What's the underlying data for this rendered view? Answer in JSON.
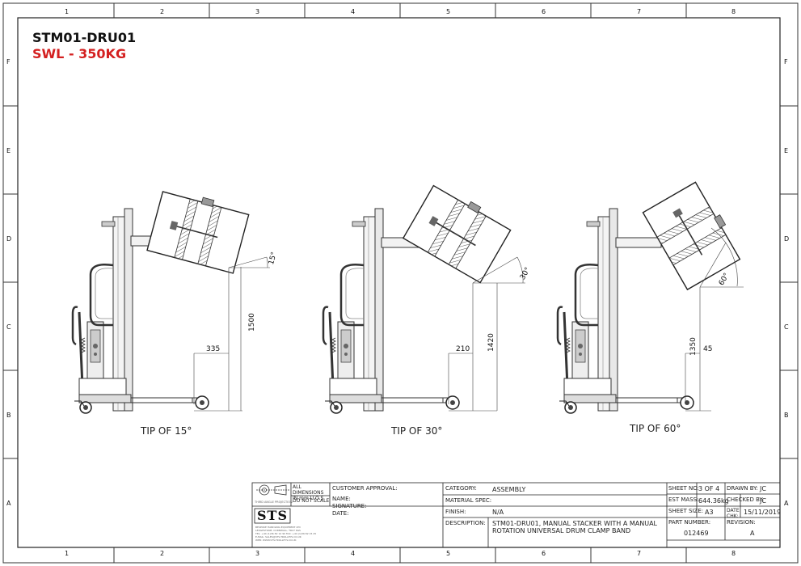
{
  "title": {
    "code": "STM01-DRU01",
    "swl": "SWL - 350KG"
  },
  "border": {
    "cols": [
      "1",
      "2",
      "3",
      "4",
      "5",
      "6",
      "7",
      "8"
    ],
    "rows": [
      "F",
      "E",
      "D",
      "C",
      "B",
      "A"
    ]
  },
  "views": [
    {
      "label": "TIP OF 15°",
      "angle": "15°",
      "height_dim": "1500",
      "reach_dim": "335"
    },
    {
      "label": "TIP OF 30°",
      "angle": "30°",
      "height_dim": "1420",
      "reach_dim": "210"
    },
    {
      "label": "TIP OF 60°",
      "angle": "60°",
      "height_dim": "1350",
      "reach_dim": "45"
    }
  ],
  "title_block": {
    "projection": "THIRD ANGLE PROJECTION",
    "all_dimensions": "ALL DIMENSIONS IN mm U.O.S",
    "do_not_scale": "DO NOT SCALE",
    "customer_approval": "CUSTOMER APPROVAL:",
    "name": "NAME:",
    "signature": "SIGNATURE:",
    "date": "DATE:",
    "logo": "STS",
    "company": "BESPOKE HANDLING EQUIPMENT LTD",
    "address": "LEDGESTONE, CORNWALL, TR27 6GS",
    "phone": "TEL: +44 (1)36 82 12 90  FAX: +44 (1)36 82 15 25",
    "email": "E-MAIL: SALES@STS-TROLLEYS.CO.UK",
    "web": "WEB: WWW.STS-TROLLEYS.CO.UK",
    "category_label": "CATEGORY:",
    "category": "ASSEMBLY",
    "material_label": "MATERIAL SPEC:",
    "finish_label": "FINISH:",
    "finish": "N/A",
    "description_label": "DESCRIPTION:",
    "description_1": "STM01-DRU01, MANUAL STACKER WITH A MANUAL",
    "description_2": "ROTATION UNIVERSAL DRUM CLAMP BAND",
    "sheet_no_label": "SHEET NO:",
    "sheet_no": "3 OF 4",
    "est_mass_label": "EST MASS:",
    "est_mass": "644.36kg",
    "sheet_size_label": "SHEET SIZE:",
    "sheet_size": "A3",
    "part_number_label": "PART NUMBER:",
    "part_number": "012469",
    "drawn_by_label": "DRAWN BY:",
    "drawn_by": "JC",
    "checked_by_label": "CHECKED BY:",
    "checked_by": "JC",
    "date_chk_label": "DATE CHK:",
    "date_chk": "15/11/2019",
    "revision_label": "REVISION:",
    "revision": "A"
  }
}
